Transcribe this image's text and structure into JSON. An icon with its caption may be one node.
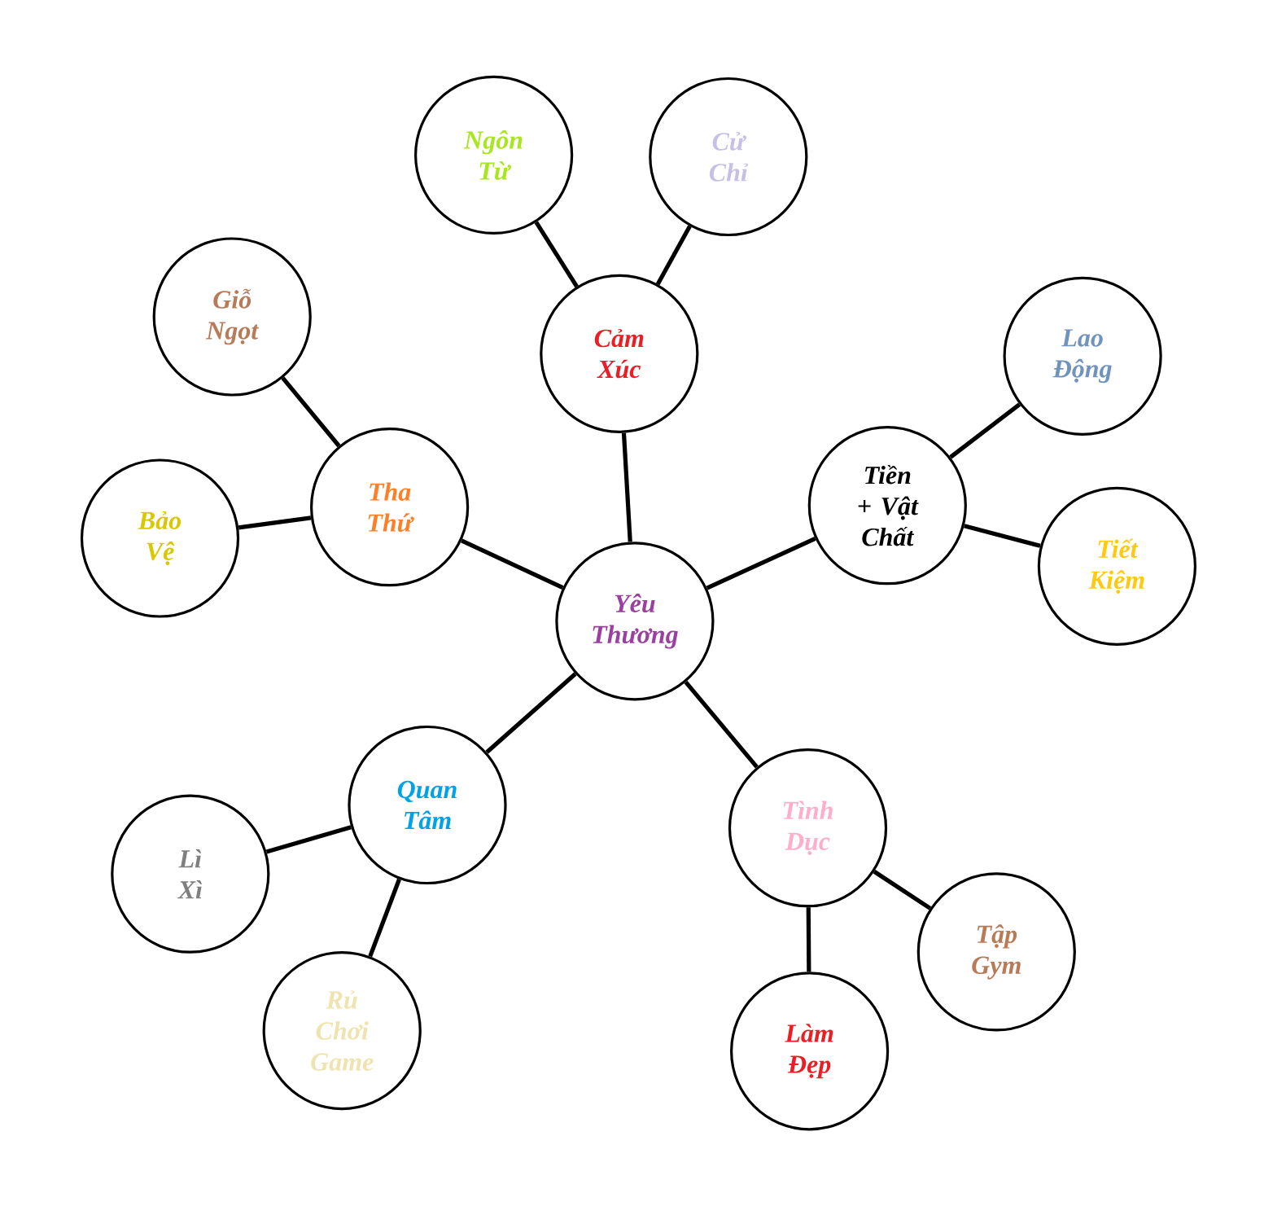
{
  "diagram": {
    "nodes": [
      {
        "text": [
          "Yêu Thương"
        ]
      },
      {
        "text": [
          "Cảm Xúc"
        ]
      },
      {
        "text": [
          "Ngôn Từ"
        ]
      },
      {
        "text": [
          "Cử Chỉ"
        ]
      },
      {
        "text": [
          "Tha Thứ"
        ]
      },
      {
        "text": [
          "Giỗ Ngọt"
        ]
      },
      {
        "text": [
          "Bảo Vệ"
        ]
      },
      {
        "text": [
          "Tiền + Vật Chất"
        ]
      },
      {
        "text": [
          "Lao Động"
        ]
      },
      {
        "text": [
          "Tiết Kiệm"
        ]
      },
      {
        "text": [
          "Quan Tâm"
        ]
      },
      {
        "text": [
          "Lì Xì"
        ]
      },
      {
        "text": [
          "Rủ Chơi Game"
        ]
      },
      {
        "text": [
          "Tình Dục"
        ]
      },
      {
        "text": [
          "Tập Gym"
        ]
      },
      {
        "text": [
          "Làm Đẹp"
        ]
      }
    ],
    "edges": [
      {
        "from": 0,
        "to": 1,
        "arrow": "none"
      },
      {
        "from": 1,
        "to": 2,
        "arrow": "none"
      },
      {
        "from": 1,
        "to": 3,
        "arrow": "none"
      },
      {
        "from": 0,
        "to": 4,
        "arrow": "none"
      },
      {
        "from": 4,
        "to": 5,
        "arrow": "none"
      },
      {
        "from": 4,
        "to": 6,
        "arrow": "none"
      },
      {
        "from": 0,
        "to": 7,
        "arrow": "none"
      },
      {
        "from": 7,
        "to": 8,
        "arrow": "none"
      },
      {
        "from": 7,
        "to": 9,
        "arrow": "none"
      },
      {
        "from": 0,
        "to": 10,
        "arrow": "none"
      },
      {
        "from": 10,
        "to": 11,
        "arrow": "none"
      },
      {
        "from": 10,
        "to": 12,
        "arrow": "none"
      },
      {
        "from": 0,
        "to": 13,
        "arrow": "none"
      },
      {
        "from": 13,
        "to": 14,
        "arrow": "none"
      },
      {
        "from": 13,
        "to": 15,
        "arrow": "none"
      }
    ]
  }
}
